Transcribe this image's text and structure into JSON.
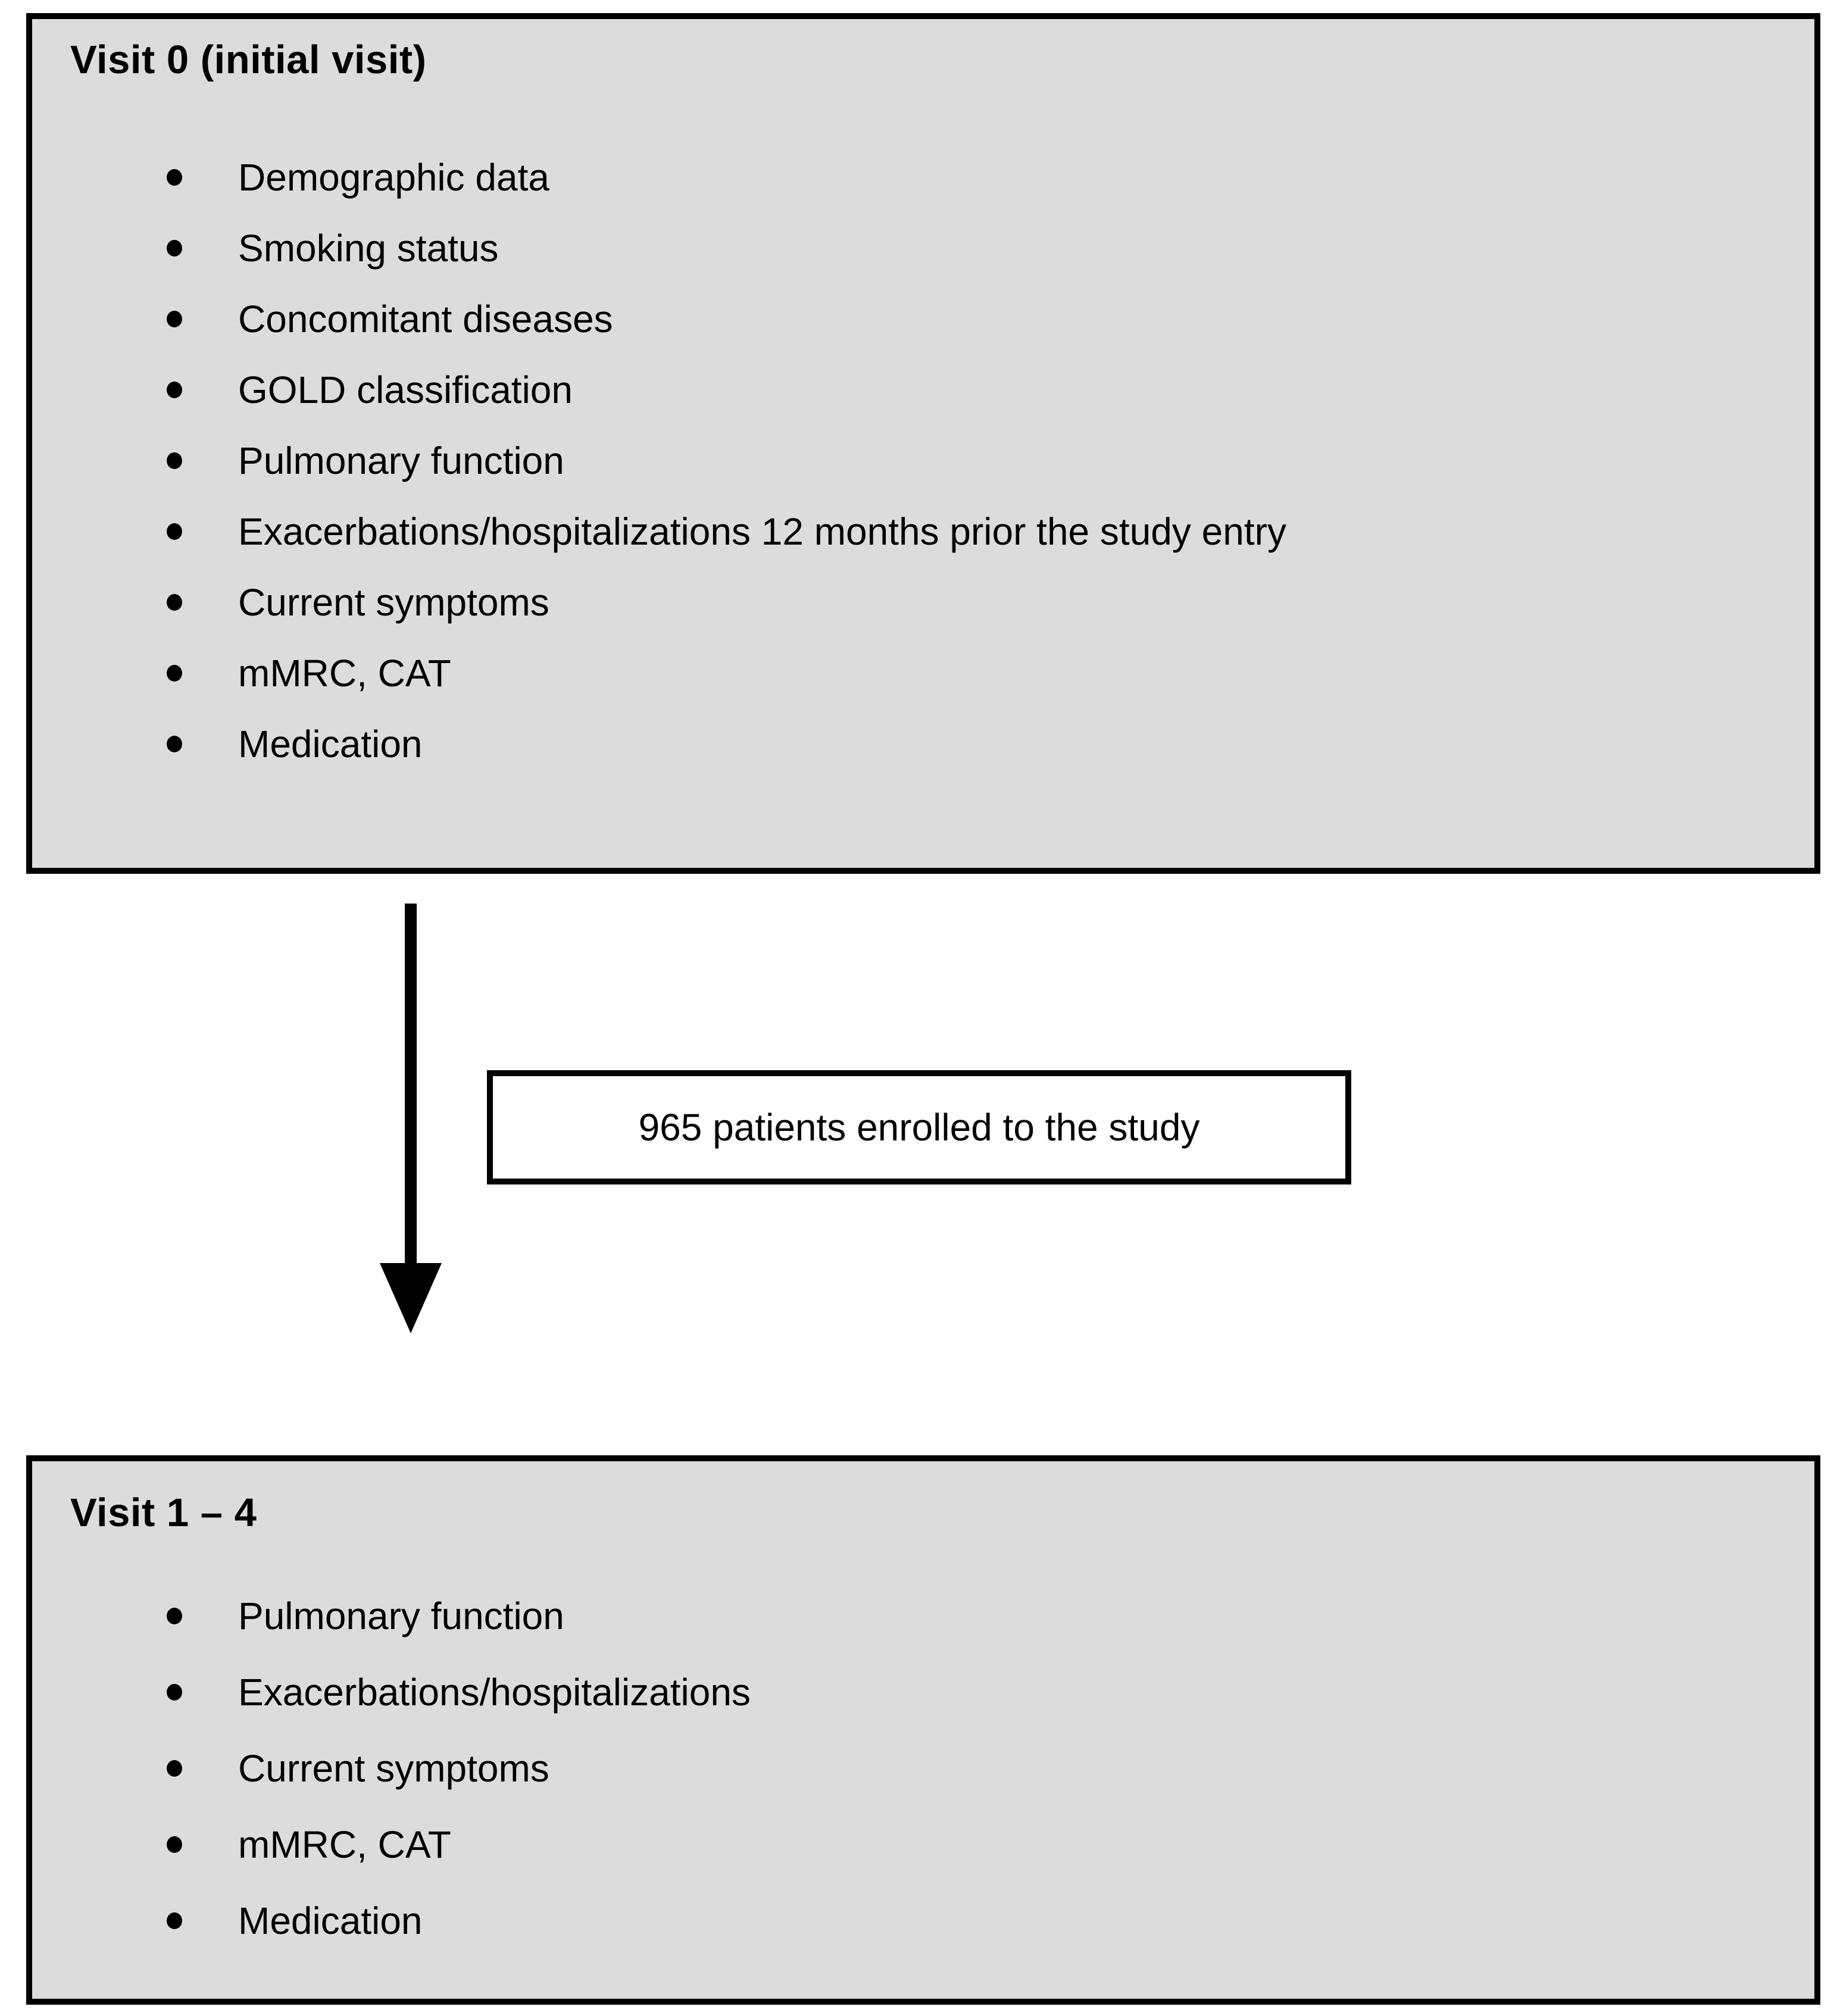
{
  "palette": {
    "box_fill": "#dcdcdd",
    "border_color": "#000000",
    "background": "#ffffff"
  },
  "visit0": {
    "title": "Visit 0 (initial visit)",
    "items": [
      "Demographic data",
      "Smoking status",
      "Concomitant diseases",
      "GOLD classification",
      "Pulmonary function",
      "Exacerbations/hospitalizations 12 months prior the study entry",
      "Current symptoms",
      "mMRC, CAT",
      "Medication"
    ]
  },
  "enrollment": {
    "label": "965 patients enrolled to the study"
  },
  "visit14": {
    "title": "Visit 1 – 4",
    "items": [
      "Pulmonary function",
      "Exacerbations/hospitalizations",
      "Current symptoms",
      "mMRC, CAT",
      "Medication"
    ]
  }
}
